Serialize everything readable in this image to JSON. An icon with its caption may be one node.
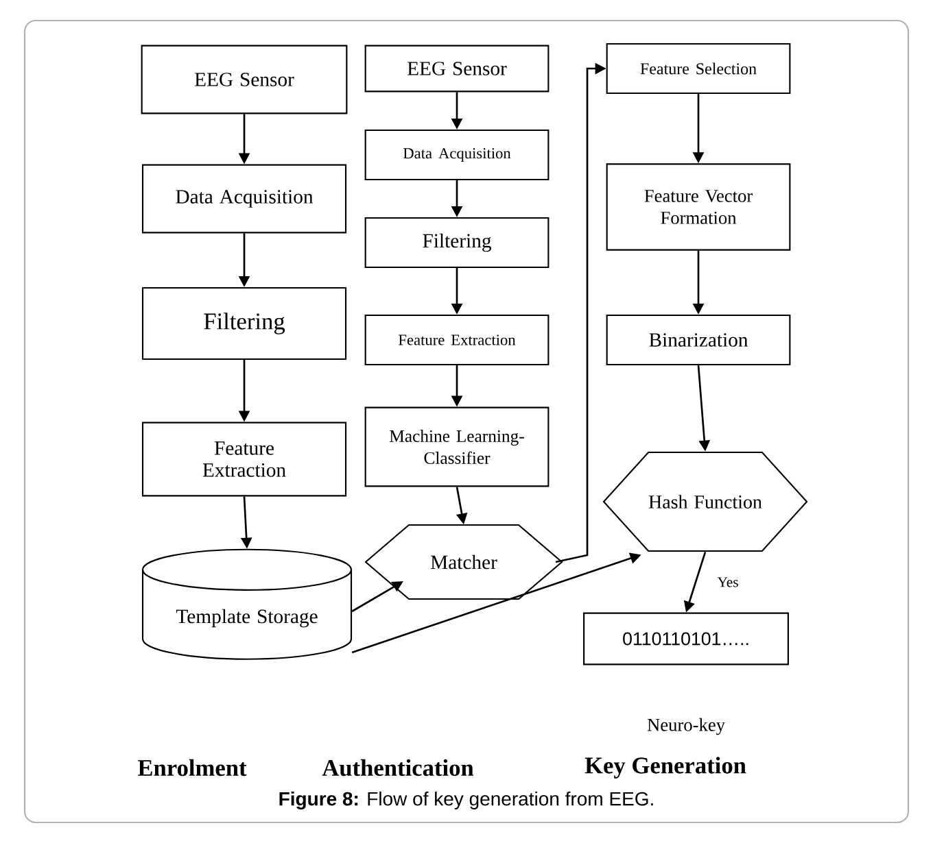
{
  "diagram": {
    "caption": "**Figure 8:** Flow of key generation from EEG.",
    "nodes": [
      {
        "text": [
          "EEG Sensor"
        ]
      },
      {
        "text": [
          "Data Acquisition"
        ]
      },
      {
        "text": [
          "Filtering"
        ]
      },
      {
        "text": [
          "Feature Extraction"
        ]
      },
      {
        "text": [
          "Template Storage"
        ]
      },
      {
        "text": [
          "EEG Sensor"
        ]
      },
      {
        "text": [
          "Data Acquisition"
        ]
      },
      {
        "text": [
          "Filtering"
        ]
      },
      {
        "text": [
          "Feature Extraction"
        ]
      },
      {
        "text": [
          "Machine Learning-Classifier"
        ]
      },
      {
        "text": [
          "Matcher"
        ]
      },
      {
        "text": [
          "Feature Selection"
        ]
      },
      {
        "text": [
          "Feature Vector Formation"
        ]
      },
      {
        "text": [
          "Binarization"
        ]
      },
      {
        "text": [
          "Hash Function"
        ]
      },
      {
        "text": [
          "0110110101….."
        ]
      }
    ],
    "edges": [
      {
        "from": 0,
        "to": 1,
        "arrow": "to"
      },
      {
        "from": 1,
        "to": 2,
        "arrow": "to"
      },
      {
        "from": 2,
        "to": 3,
        "arrow": "to"
      },
      {
        "from": 3,
        "to": 4,
        "arrow": "to"
      },
      {
        "from": 5,
        "to": 6,
        "arrow": "to"
      },
      {
        "from": 6,
        "to": 7,
        "arrow": "to"
      },
      {
        "from": 7,
        "to": 8,
        "arrow": "to"
      },
      {
        "from": 8,
        "to": 9,
        "arrow": "to"
      },
      {
        "from": 9,
        "to": 10,
        "arrow": "to"
      },
      {
        "from": 10,
        "to": 11,
        "arrow": "to"
      },
      {
        "from": 11,
        "to": 12,
        "arrow": "to"
      },
      {
        "from": 12,
        "to": 13,
        "arrow": "to"
      },
      {
        "from": 13,
        "to": 14,
        "arrow": "to"
      },
      {
        "from": 4,
        "to": 10,
        "arrow": "to"
      },
      {
        "from": 4,
        "to": 14,
        "arrow": "to"
      },
      {
        "from": 14,
        "to": 15,
        "arrow": "to",
        "label": "Yes"
      }
    ],
    "labels": [
      "Neuro-key",
      "Enrolment",
      "Authentication",
      "Key Generation"
    ]
  }
}
